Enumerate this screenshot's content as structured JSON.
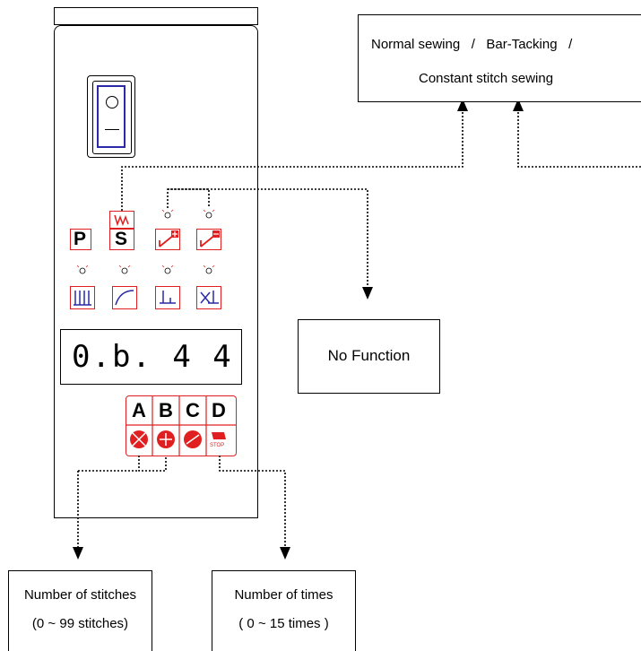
{
  "callouts": {
    "mode_box": {
      "line1": "Normal sewing   /   Bar-Tacking   /",
      "line2": "Constant stitch sewing"
    },
    "no_function": "No Function",
    "stitches_box": {
      "line1": "Number of stitches",
      "line2": "(0 ~ 99 stitches)"
    },
    "times_box": {
      "line1": "Number of times",
      "line2": "( 0 ~ 15 times )"
    }
  },
  "panel": {
    "keys_top": [
      "P",
      "S"
    ],
    "display": "0.b.  4   4",
    "letter_keys": [
      "A",
      "B",
      "C",
      "D"
    ],
    "stop_label": "STOP"
  },
  "colors": {
    "accent_red": "#e02020",
    "icon_blue": "#2a2aa8"
  },
  "icons": [
    "power-switch-icon",
    "pattern-s-icon",
    "reverse-plus-icon",
    "reverse-minus-icon",
    "needle-up-down-icon",
    "soft-start-icon",
    "needle-position-icon",
    "thread-trim-icon",
    "no-trim-icon",
    "trim-icon",
    "wiper-icon",
    "stop-icon",
    "led-indicator-icon"
  ]
}
